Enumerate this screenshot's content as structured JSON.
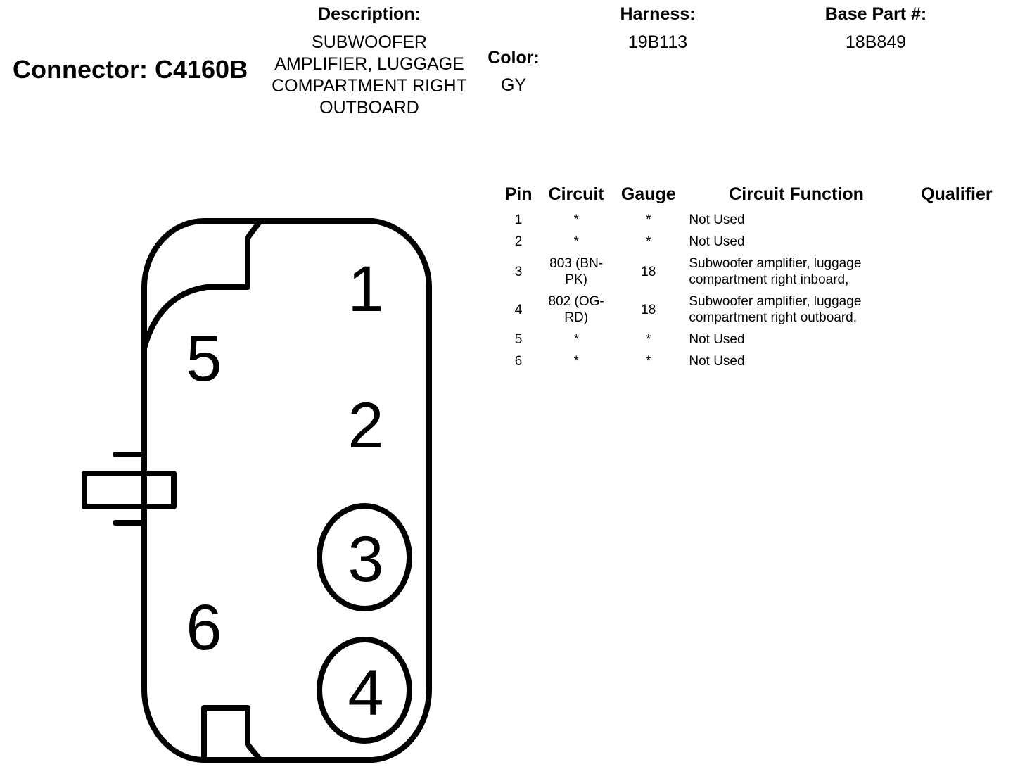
{
  "connector": {
    "title": "Connector: C4160B"
  },
  "header": {
    "description_label": "Description:",
    "description_value": "SUBWOOFER AMPLIFIER, LUGGAGE COMPARTMENT RIGHT OUTBOARD",
    "color_label": "Color:",
    "color_value": "GY",
    "harness_label": "Harness:",
    "harness_value": "19B113",
    "base_part_label": "Base Part #:",
    "base_part_value": "18B849"
  },
  "table": {
    "headers": [
      "Pin",
      "Circuit",
      "Gauge",
      "Circuit Function",
      "Qualifier"
    ],
    "rows": [
      {
        "pin": "1",
        "circuit": "*",
        "gauge": "*",
        "function": "Not Used",
        "qualifier": ""
      },
      {
        "pin": "2",
        "circuit": "*",
        "gauge": "*",
        "function": "Not Used",
        "qualifier": ""
      },
      {
        "pin": "3",
        "circuit": "803 (BN-PK)",
        "gauge": "18",
        "function": "Subwoofer amplifier, luggage compartment right inboard,",
        "qualifier": ""
      },
      {
        "pin": "4",
        "circuit": "802 (OG-RD)",
        "gauge": "18",
        "function": "Subwoofer amplifier, luggage compartment right outboard,",
        "qualifier": ""
      },
      {
        "pin": "5",
        "circuit": "*",
        "gauge": "*",
        "function": "Not Used",
        "qualifier": ""
      },
      {
        "pin": "6",
        "circuit": "*",
        "gauge": "*",
        "function": "Not Used",
        "qualifier": ""
      }
    ]
  },
  "diagram": {
    "pin_labels": [
      "1",
      "2",
      "3",
      "4",
      "5",
      "6"
    ],
    "circled_pins": [
      "3",
      "4"
    ]
  }
}
